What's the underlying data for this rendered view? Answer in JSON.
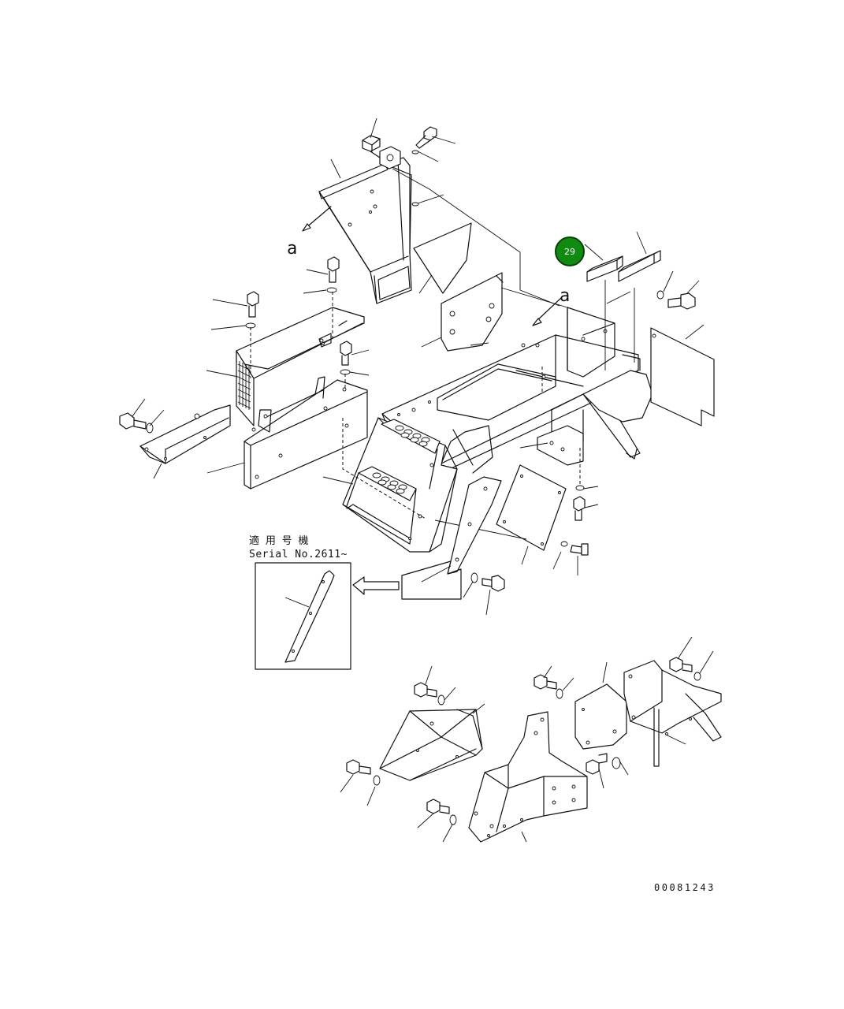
{
  "view_marker_left": "a",
  "view_marker_right": "a",
  "applicable_serial_jp": "適 用 号 機",
  "applicable_serial_en": "Serial No.2611~",
  "callout": {
    "number": "29",
    "color": "#118a11"
  },
  "drawing_number": "00081243"
}
